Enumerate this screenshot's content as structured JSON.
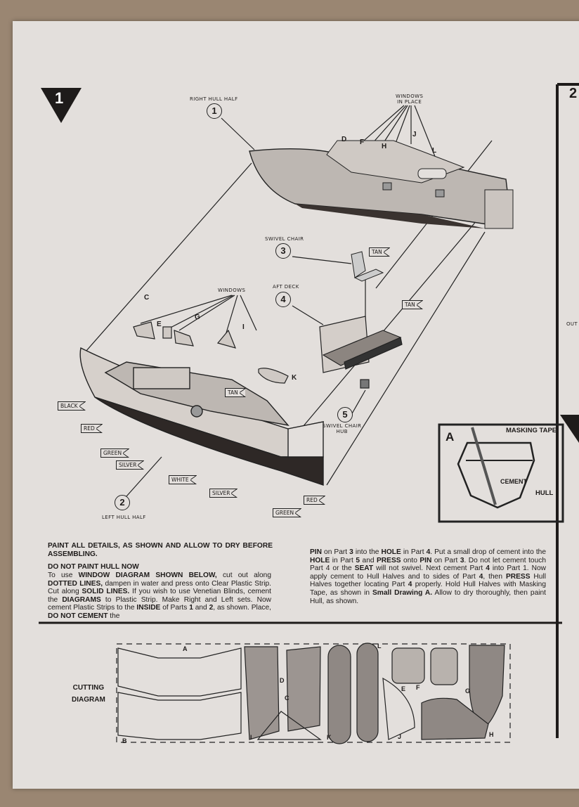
{
  "step": {
    "number": "1"
  },
  "next_step": {
    "number": "2",
    "partial_text": "OUT"
  },
  "parts": {
    "right_hull_half": {
      "label": "RIGHT HULL HALF",
      "number": "1"
    },
    "windows_in_place": {
      "line1": "WINDOWS",
      "line2": "IN PLACE",
      "letters": [
        "D",
        "F",
        "H",
        "J",
        "L"
      ]
    },
    "swivel_chair": {
      "label": "SWIVEL CHAIR",
      "number": "3"
    },
    "aft_deck": {
      "label": "AFT DECK",
      "number": "4"
    },
    "windows": {
      "label": "WINDOWS",
      "letters": [
        "C",
        "E",
        "G",
        "I",
        "K"
      ]
    },
    "swivel_chair_hub": {
      "line1": "SWIVEL CHAIR",
      "line2": "HUB",
      "number": "5"
    },
    "left_hull_half": {
      "label": "LEFT HULL HALF",
      "number": "2"
    }
  },
  "paint_tags": [
    "BLACK",
    "RED",
    "GREEN",
    "SILVER",
    "WHITE",
    "SILVER",
    "TAN",
    "TAN",
    "TAN",
    "RED",
    "GREEN"
  ],
  "drawing_a": {
    "letter": "A",
    "masking_tape": "MASKING TAPE",
    "cement": "CEMENT",
    "hull": "HULL"
  },
  "instructions": {
    "heading1": "PAINT ALL DETAILS, AS SHOWN AND ALLOW TO DRY BEFORE ASSEMBLING.",
    "heading2": "DO NOT PAINT HULL NOW",
    "col1": [
      {
        "t": "To use "
      },
      {
        "t": "WINDOW DIAGRAM SHOWN BELOW,",
        "b": true
      },
      {
        "t": " cut out along "
      },
      {
        "t": "DOTTED LINES,",
        "b": true
      },
      {
        "t": " dampen in water and press onto Clear Plastic Strip. Cut along "
      },
      {
        "t": "SOLID LINES.",
        "b": true
      },
      {
        "t": " If you wish to use Venetian Blinds, cement the "
      },
      {
        "t": "DIAGRAMS",
        "b": true
      },
      {
        "t": " to Plastic Strip. Make Right and Left sets. Now cement Plastic Strips to the "
      },
      {
        "t": "INSIDE",
        "b": true
      },
      {
        "t": " of Parts "
      },
      {
        "t": "1",
        "b": true
      },
      {
        "t": " and "
      },
      {
        "t": "2",
        "b": true
      },
      {
        "t": ", as shown. Place, "
      },
      {
        "t": "DO NOT CEMENT",
        "b": true
      },
      {
        "t": " the"
      }
    ],
    "col2": [
      {
        "t": "PIN",
        "b": true
      },
      {
        "t": " on Part "
      },
      {
        "t": "3",
        "b": true
      },
      {
        "t": " into the "
      },
      {
        "t": "HOLE",
        "b": true
      },
      {
        "t": " in Part "
      },
      {
        "t": "4",
        "b": true
      },
      {
        "t": ". Put a small drop of cement into the "
      },
      {
        "t": "HOLE",
        "b": true
      },
      {
        "t": " in Part  "
      },
      {
        "t": "5",
        "b": true
      },
      {
        "t": " and "
      },
      {
        "t": "PRESS",
        "b": true
      },
      {
        "t": " onto "
      },
      {
        "t": "PIN",
        "b": true
      },
      {
        "t": " on Part "
      },
      {
        "t": "3",
        "b": true
      },
      {
        "t": ". Do not let cement touch Part 4 or the "
      },
      {
        "t": "SEAT",
        "b": true
      },
      {
        "t": " will not swivel. Next cement Part "
      },
      {
        "t": "4",
        "b": true
      },
      {
        "t": " into Part 1. Now apply cement to Hull Halves and to sides of Part "
      },
      {
        "t": "4",
        "b": true
      },
      {
        "t": ", then "
      },
      {
        "t": "PRESS",
        "b": true
      },
      {
        "t": " Hull Halves together locating Part "
      },
      {
        "t": "4",
        "b": true
      },
      {
        "t": " properly. Hold Hull Halves with Masking Tape, as shown in "
      },
      {
        "t": "Small Drawing A.",
        "b": true
      },
      {
        "t": " Allow to dry thoroughly, then paint Hull, as shown."
      }
    ]
  },
  "cutting_diagram": {
    "line1": "CUTTING",
    "line2": "DIAGRAM",
    "letters": [
      "A",
      "B",
      "D",
      "C",
      "I",
      "K",
      "L",
      "F",
      "E",
      "G",
      "J",
      "H"
    ]
  },
  "colors": {
    "paper": "#e3dfdc",
    "ink": "#1e1b1a",
    "background": "#9a8672"
  }
}
